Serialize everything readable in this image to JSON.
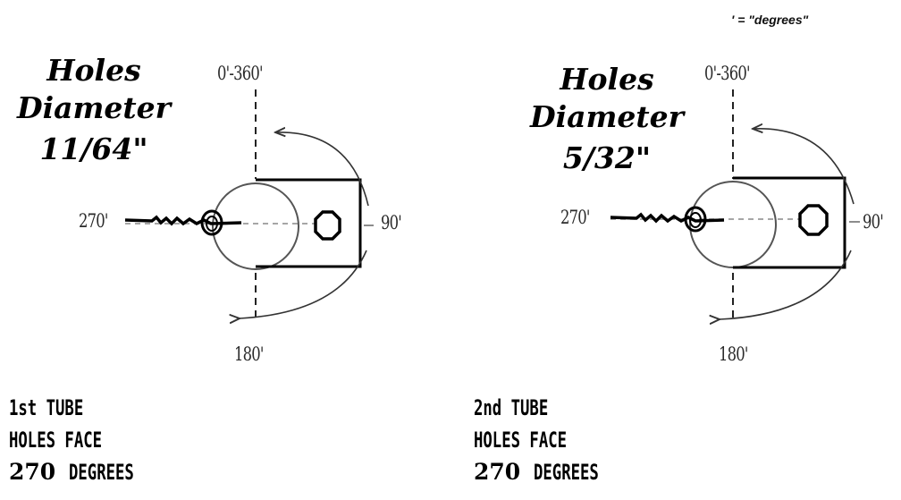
{
  "legend": "' = \"degrees\"",
  "panels": [
    {
      "holes_label": "Holes",
      "diameter_label": "Diameter",
      "diameter_value": "11/64\"",
      "angle_top": "0'-360'",
      "angle_right": "90'",
      "angle_left": "270'",
      "angle_bottom": "180'",
      "tube_line1": "1st TUBE",
      "tube_line2": "HOLES FACE",
      "tube_line3_num": "270",
      "tube_line3_word": "DEGREES"
    },
    {
      "holes_label": "Holes",
      "diameter_label": "Diameter",
      "diameter_value": "5/32\"",
      "angle_top": "0'-360'",
      "angle_right": "90'",
      "angle_left": "270'",
      "angle_bottom": "180'",
      "tube_line1": "2nd TUBE",
      "tube_line2": "HOLES FACE",
      "tube_line3_num": "270",
      "tube_line3_word": "DEGREES"
    }
  ]
}
